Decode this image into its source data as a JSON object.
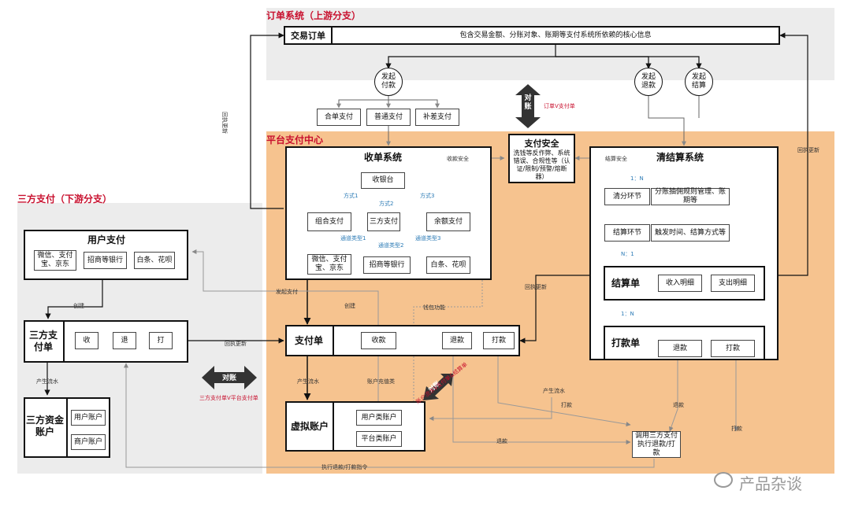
{
  "regions": {
    "order": "订单系统（上游分支）",
    "platform": "平台支付中心",
    "third": "三方支付（下游分支）"
  },
  "order": {
    "trade_order": "交易订单",
    "trade_info": "包含交易金额、分账对象、账期等支付系统所依赖的核心信息",
    "initiate_pay": "发起付款",
    "initiate_refund": "发起退款",
    "initiate_settle": "发起结算",
    "pay_types": [
      "合单支付",
      "普通支付",
      "补差支付"
    ]
  },
  "reconcile": {
    "label": "对账",
    "order_note": "订单V支付单",
    "third_note": "三方支付单V平台支付单",
    "account_label": "对账",
    "account_note": "账户流水V支付单&结算单"
  },
  "security": {
    "title": "支付安全",
    "desc": "洗钱等反作弊、系统错误、合规性等（认证/限制/预警/熔断器）"
  },
  "collection": {
    "title": "收单系统",
    "cashier": "收银台",
    "methods": [
      "方式1",
      "方式2",
      "方式3"
    ],
    "pay_kinds": [
      "组合支付",
      "三方支付",
      "余额支付"
    ],
    "channel_types": [
      "通道类型1",
      "通道类型2",
      "通道类型3"
    ],
    "channels": [
      "微信、支付宝、京东",
      "招商等银行",
      "白条、花呗"
    ],
    "sec_label": "收款安全"
  },
  "clearing": {
    "title": "清结算系统",
    "sec_label": "结算安全",
    "ratio1": "1：N",
    "split": "清分环节",
    "split_desc": "分账抽佣规则管理、账期等",
    "settle_step": "结算环节",
    "settle_desc": "触发时间、结算方式等",
    "ratio2": "N：1",
    "settle_order": "结算单",
    "income": "收入明细",
    "expense": "支出明细",
    "ratio3": "1：N",
    "payout_order": "打款单",
    "refund": "退款",
    "payout": "打款"
  },
  "payorder": {
    "title": "支付单",
    "collect": "收款",
    "refund": "退款",
    "payout": "打款"
  },
  "virtual": {
    "title": "虚拟账户",
    "user": "用户类账户",
    "platform": "平台类账户"
  },
  "call_third": "调用三方支付执行退款/打款",
  "third": {
    "user_pay": "用户支付",
    "channels": [
      "微信、支付宝、京东",
      "招商等银行",
      "白条、花呗"
    ],
    "third_order": "三方支付单",
    "actions": [
      "收",
      "退",
      "打"
    ],
    "fund_account": "三方资金账户",
    "user_acct": "用户账户",
    "merchant_acct": "商户账户"
  },
  "edges": {
    "callback_update": "回执更新",
    "create": "创建",
    "produce_flow": "产生流水",
    "initiate_pay": "发起支付",
    "account_recharge": "账户充值类",
    "wallet_func": "钱包功能",
    "execute_cmd": "执行退款/打款指令",
    "produce_flow2": "产生流水",
    "payout_e": "打款",
    "refund_e": "退款",
    "refund_e2": "退款",
    "payout_e2": "打款"
  },
  "watermark": "产品杂谈"
}
